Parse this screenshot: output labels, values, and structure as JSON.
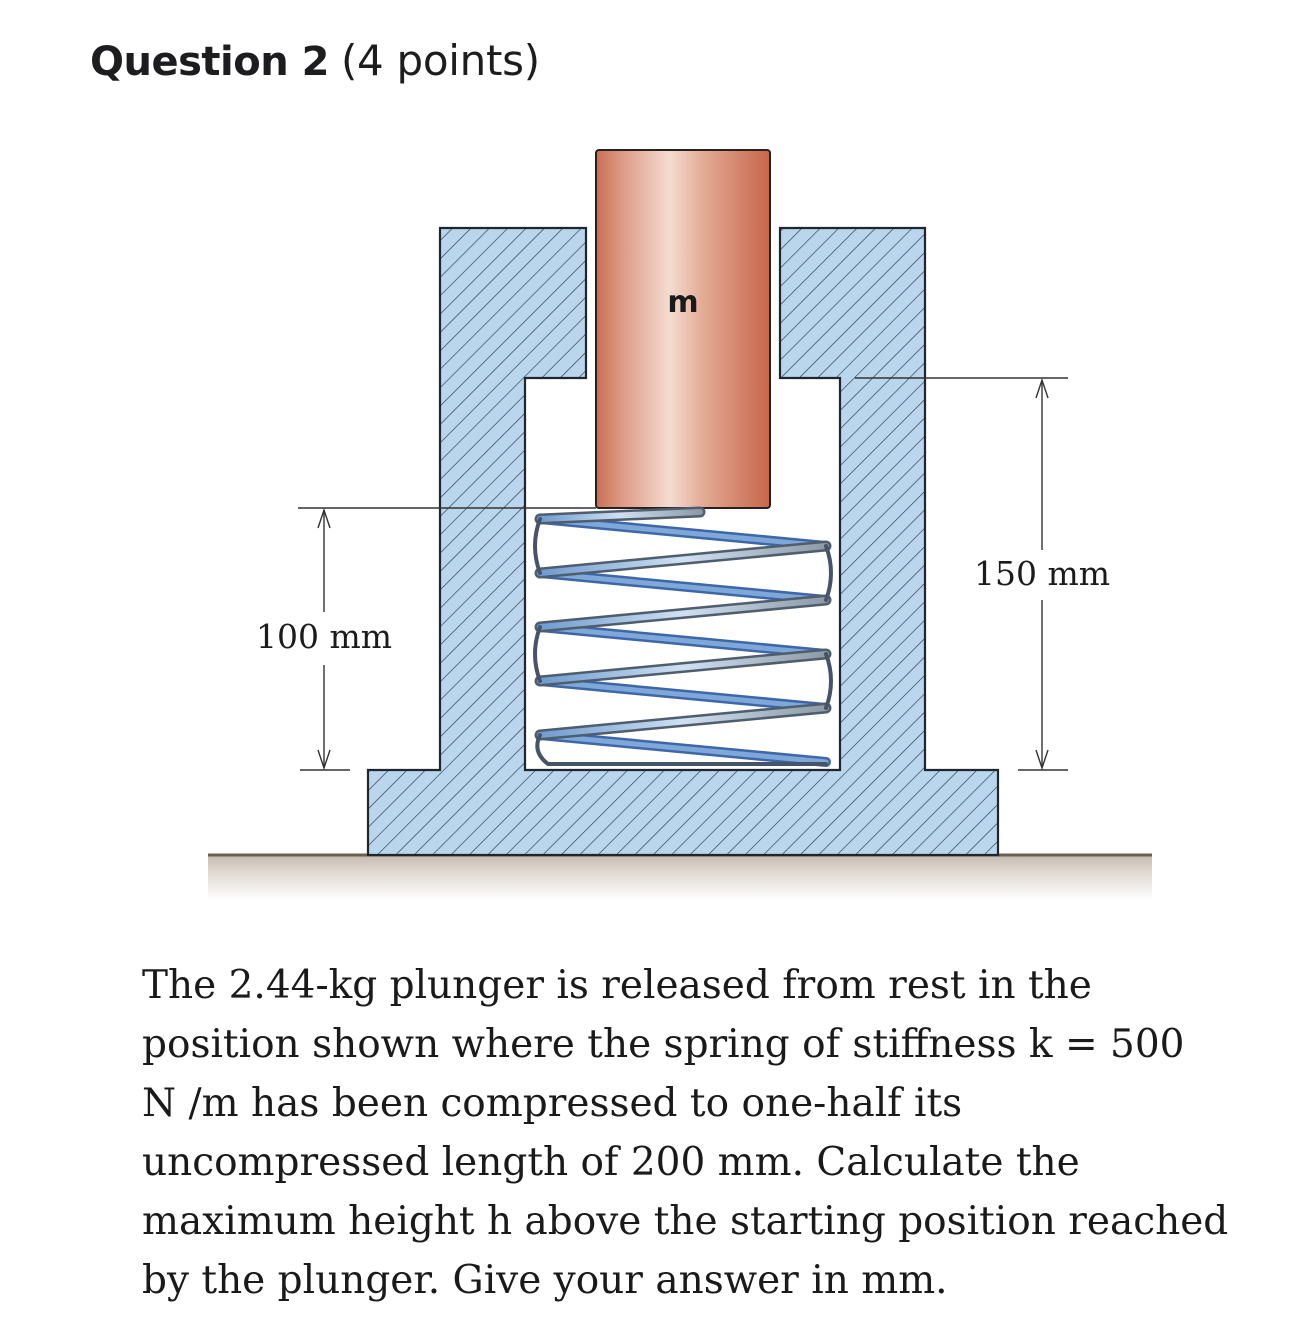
{
  "header": {
    "title": "Question 2",
    "points": "(4 points)"
  },
  "figure": {
    "mass_label": "m",
    "dim_left": "100 mm",
    "dim_right": "150 mm",
    "colors": {
      "housing": "#b9d6ec",
      "plunger": "#d98a72",
      "spring": "#6f9bd0",
      "ground": "#c9bfb5"
    }
  },
  "problem": {
    "lines": [
      "The 2.44-kg plunger is released from rest in the",
      "position shown where the spring of stiffness k = 500",
      "N /m has been compressed to one-half its",
      "uncompressed length of 200 mm. Calculate the",
      "maximum height h above the starting position reached",
      "by the plunger. Give your answer in mm."
    ]
  }
}
